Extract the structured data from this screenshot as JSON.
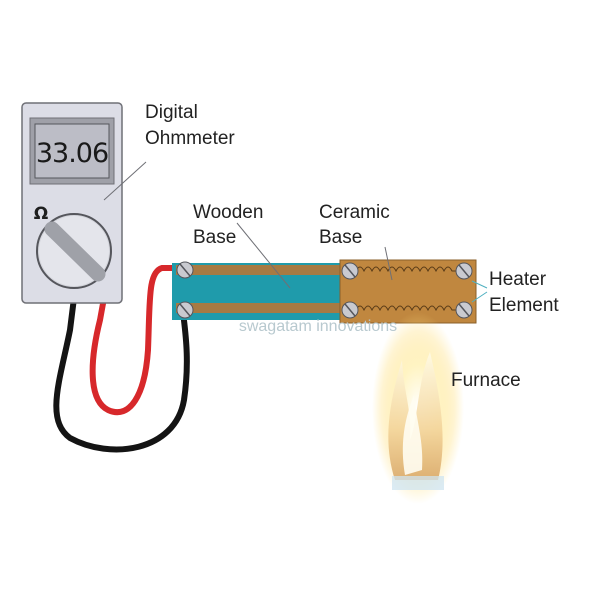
{
  "meter": {
    "reading": "33.06",
    "symbol": "Ω"
  },
  "labels": {
    "meter_line1": "Digital",
    "meter_line2": "Ohmmeter",
    "wood_line1": "Wooden",
    "wood_line2": "Base",
    "ceramic_line1": "Ceramic",
    "ceramic_line2": "Base",
    "heater_line1": "Heater",
    "heater_line2": "Element",
    "furnace": "Furnace"
  },
  "watermark": "swagatam innovations",
  "colors": {
    "meter_body": "#dcdde6",
    "lcd_screen": "#bcbdc6",
    "wood_base": "#1f9bab",
    "copper_strip": "#a67a43",
    "ceramic": "#c0873f",
    "red_lead": "#d7282b",
    "black_lead": "#141414"
  }
}
